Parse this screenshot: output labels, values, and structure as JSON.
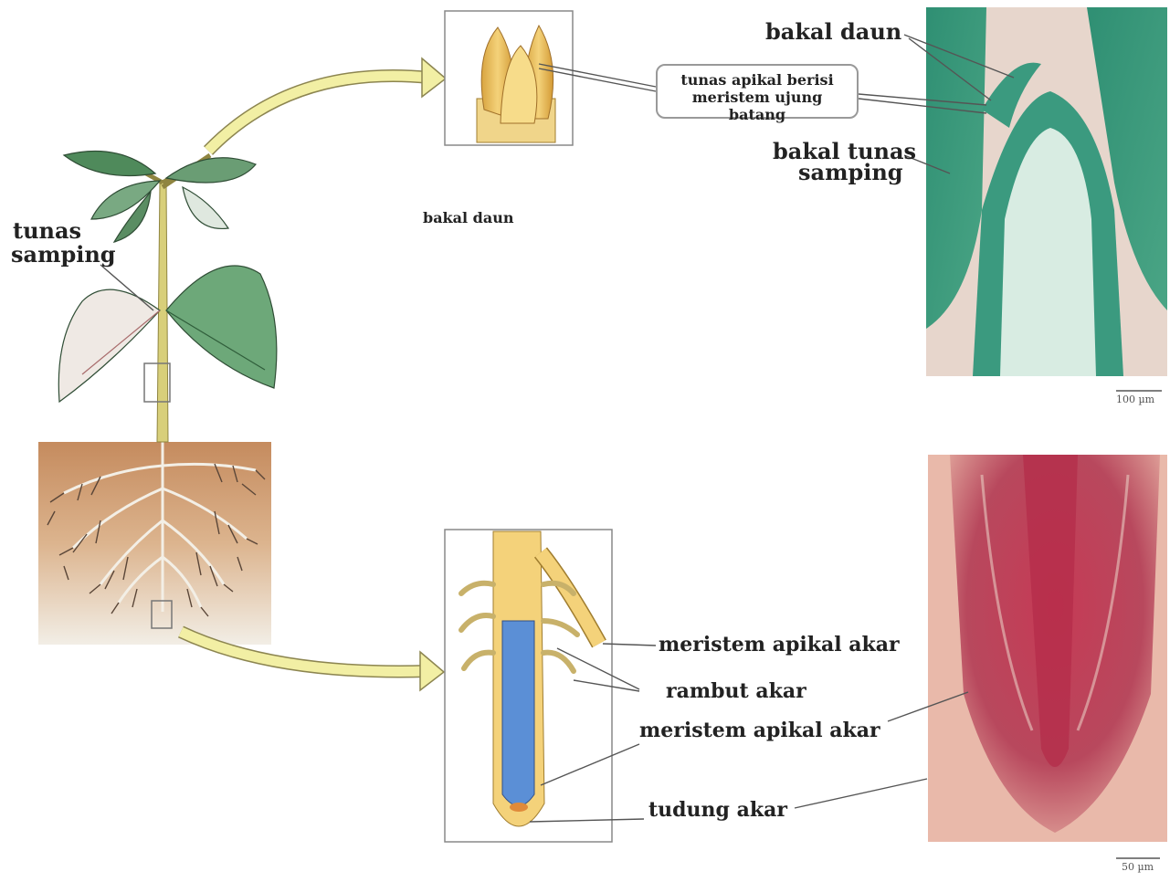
{
  "labels": {
    "tunas_samping_1": "tunas",
    "tunas_samping_2": "samping",
    "bakal_daun_center": "bakal daun",
    "bakal_daun_top": "bakal daun",
    "tunas_apikal_1": "tunas apikal berisi",
    "tunas_apikal_2": "meristem ujung batang",
    "bakal_tunas_1": "bakal tunas",
    "bakal_tunas_2": "samping",
    "scale_top": "100 µm",
    "meristem_apikal_akar_1": "meristem apikal akar",
    "rambut_akar": "rambut akar",
    "meristem_apikal_akar_2": "meristem apikal akar",
    "tudung_akar": "tudung akar",
    "scale_bottom": "50 µm"
  },
  "colors": {
    "stem": "#d8cf7a",
    "leaf": "#4f8a5b",
    "soil": "#c9936a",
    "arrow": "#f2efa4",
    "shoot_micrograph": "#3e9a7e",
    "root_micrograph": "#c0394f",
    "root_core": "#5b8fd6"
  }
}
